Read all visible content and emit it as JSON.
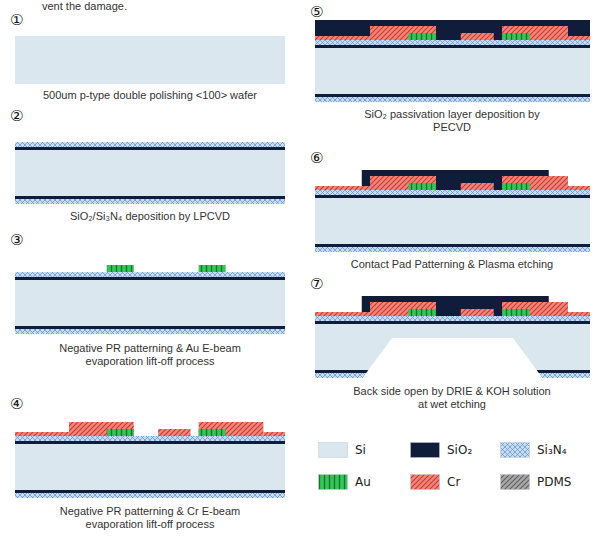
{
  "diagram": {
    "labels": [
      "vent the damage.",
      "①",
      "500um p-type double polishing <100> wafer",
      "②",
      "SiO₂/Si₃N₄ deposition by LPCVD",
      "③",
      "Negative PR patterning & Au E-beam evaporation lift-off process",
      "④",
      "Negative PR patterning & Cr E-beam evaporation lift-off process",
      "⑤",
      "SiO₂ passivation layer deposition by PECVD",
      "⑥",
      "Contact Pad Patterning & Plasma etching",
      "⑦",
      "Back side open by DRIE & KOH solution at wet etching"
    ],
    "legend": [
      {
        "text": "Si",
        "color": "#dbe7ee"
      },
      {
        "text": "SiO₂",
        "color": "#0f1d3a"
      },
      {
        "text": "Si₃N₄"
      },
      {
        "text": "Au"
      },
      {
        "text": "Cr"
      },
      {
        "text": "PDMS"
      }
    ]
  }
}
